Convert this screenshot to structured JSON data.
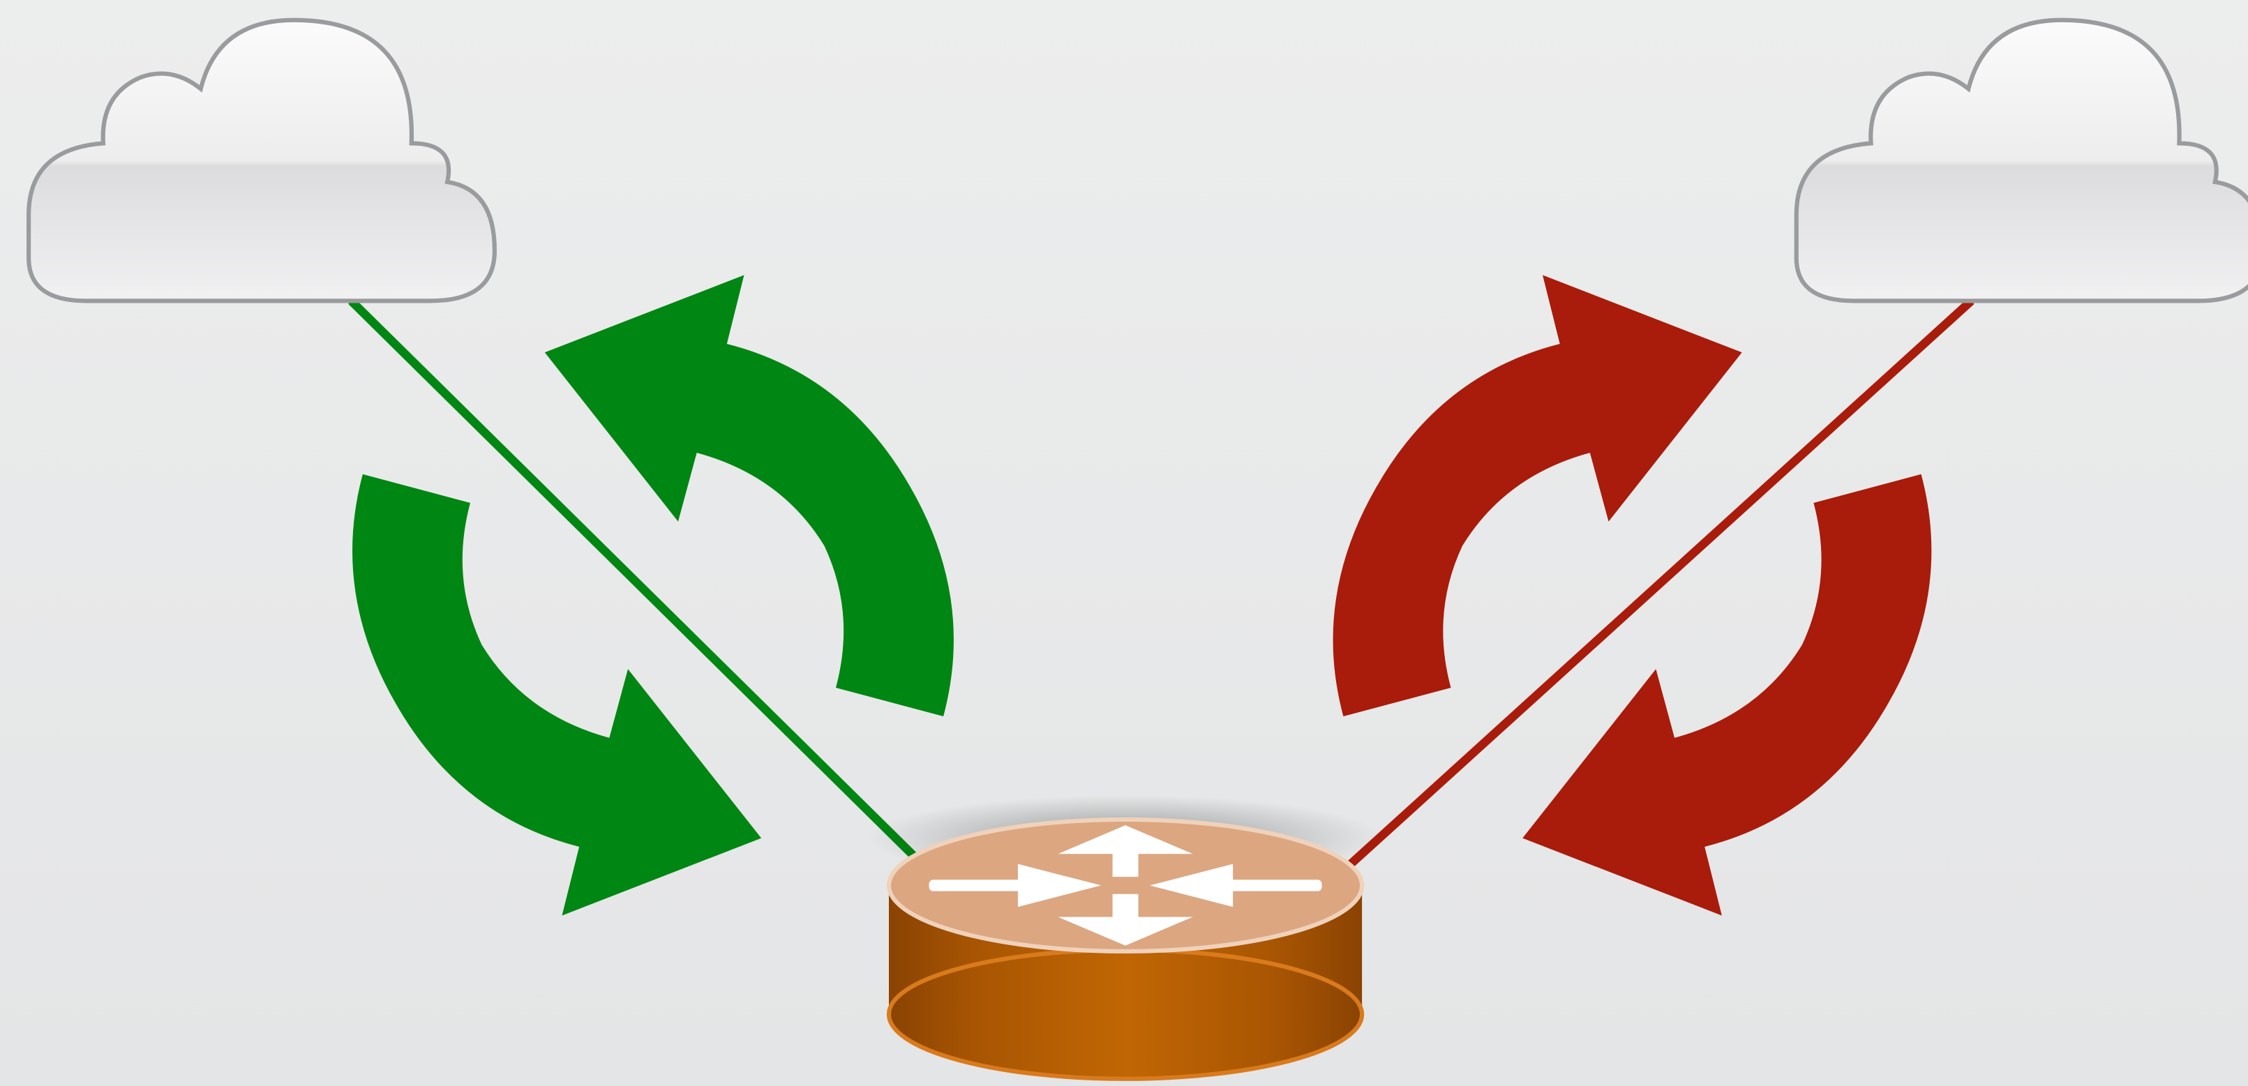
{
  "diagram": {
    "background_color": "#e9eaeb",
    "nodes": [
      {
        "id": "cloud-left",
        "icon": "cloud-icon"
      },
      {
        "id": "cloud-right",
        "icon": "cloud-icon"
      },
      {
        "id": "router",
        "icon": "router-icon",
        "body_color": "#b85f04",
        "top_color": "#dca681"
      }
    ],
    "links": [
      {
        "id": "link-left",
        "from": "cloud-left",
        "to": "router",
        "color": "#008612"
      },
      {
        "id": "link-right",
        "from": "cloud-right",
        "to": "router",
        "color": "#a91b0a"
      }
    ],
    "cycles": [
      {
        "id": "cycle-left",
        "link": "link-left",
        "color": "#008612",
        "icon": "refresh-arrows-icon"
      },
      {
        "id": "cycle-right",
        "link": "link-right",
        "color": "#a91b0a",
        "icon": "refresh-arrows-icon"
      }
    ]
  }
}
